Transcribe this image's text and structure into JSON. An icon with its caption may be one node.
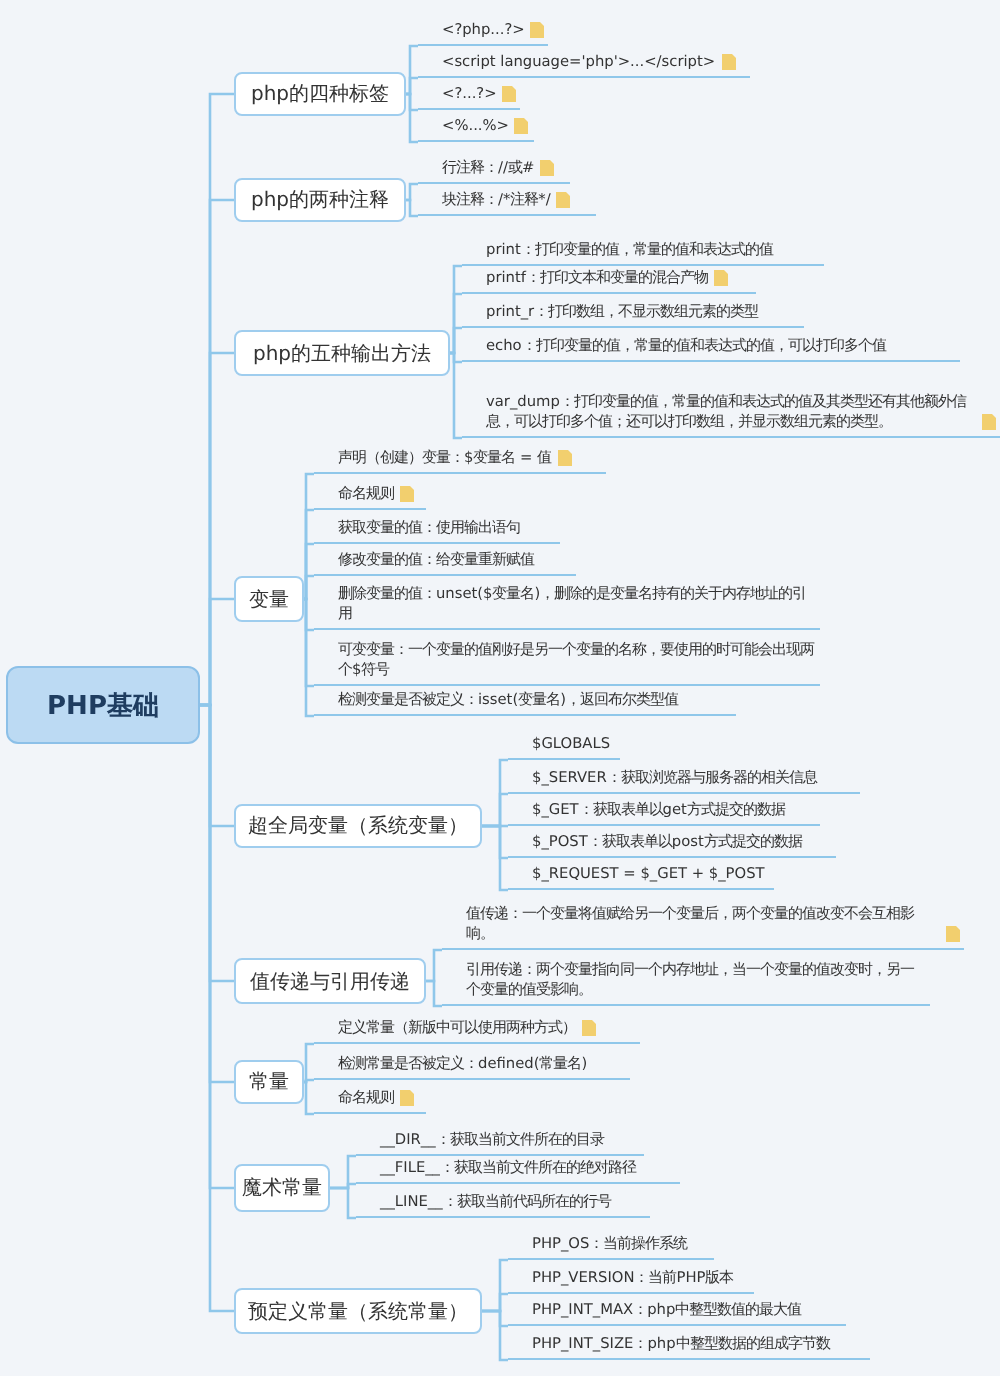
{
  "diagram": {
    "nodes": [
      {
        "text": [
          "PHP基础"
        ]
      },
      {
        "text": [
          "php的四种标签"
        ]
      },
      {
        "text": [
          "<?php...?>"
        ]
      },
      {
        "text": [
          "<script language='php'>...</script>"
        ]
      },
      {
        "text": [
          "<?...?>"
        ]
      },
      {
        "text": [
          "<%...%>"
        ]
      },
      {
        "text": [
          "php的两种注释"
        ]
      },
      {
        "text": [
          "行注释：//或#"
        ]
      },
      {
        "text": [
          "块注释：/*注释*/"
        ]
      },
      {
        "text": [
          "php的五种输出方法"
        ]
      },
      {
        "text": [
          "print：打印变量的值，常量的值和表达式的值"
        ]
      },
      {
        "text": [
          "printf：打印文本和变量的混合产物"
        ]
      },
      {
        "text": [
          "print_r：打印数组，不显示数组元素的类型"
        ]
      },
      {
        "text": [
          "echo：打印变量的值，常量的值和表达式的值，可以打印多个值"
        ]
      },
      {
        "text": [
          "var_dump：打印变量的值，常量的值和表达式的值及其类型还有其他额外信息，可以打印多个值；还可以打印数组，并显示数组元素的类型。"
        ]
      },
      {
        "text": [
          "变量"
        ]
      },
      {
        "text": [
          "声明（创建）变量：$变量名 = 值"
        ]
      },
      {
        "text": [
          "命名规则"
        ]
      },
      {
        "text": [
          "获取变量的值：使用输出语句"
        ]
      },
      {
        "text": [
          "修改变量的值：给变量重新赋值"
        ]
      },
      {
        "text": [
          "删除变量的值：unset($变量名)，删除的是变量名持有的关于内存地址的引用"
        ]
      },
      {
        "text": [
          "可变变量：一个变量的值刚好是另一个变量的名称，要使用的时可能会出现两个$符号"
        ]
      },
      {
        "text": [
          "检测变量是否被定义：isset(变量名)，返回布尔类型值"
        ]
      },
      {
        "text": [
          "超全局变量（系统变量）"
        ]
      },
      {
        "text": [
          "$GLOBALS"
        ]
      },
      {
        "text": [
          "$_SERVER：获取浏览器与服务器的相关信息"
        ]
      },
      {
        "text": [
          "$_GET：获取表单以get方式提交的数据"
        ]
      },
      {
        "text": [
          "$_POST：获取表单以post方式提交的数据"
        ]
      },
      {
        "text": [
          "$_REQUEST = $_GET + $_POST"
        ]
      },
      {
        "text": [
          "值传递与引用传递"
        ]
      },
      {
        "text": [
          "值传递：一个变量将值赋给另一个变量后，两个变量的值改变不会互相影响。"
        ]
      },
      {
        "text": [
          "引用传递：两个变量指向同一个内存地址，当一个变量的值改变时，另一个变量的值受影响。"
        ]
      },
      {
        "text": [
          "常量"
        ]
      },
      {
        "text": [
          "定义常量（新版中可以使用两种方式）"
        ]
      },
      {
        "text": [
          "检测常量是否被定义：defined(常量名)"
        ]
      },
      {
        "text": [
          "命名规则"
        ]
      },
      {
        "text": [
          "魔术常量"
        ]
      },
      {
        "text": [
          "__DIR__：获取当前文件所在的目录"
        ]
      },
      {
        "text": [
          "__FILE__：获取当前文件所在的绝对路径"
        ]
      },
      {
        "text": [
          "__LINE__：获取当前代码所在的行号"
        ]
      },
      {
        "text": [
          "预定义常量（系统常量）"
        ]
      },
      {
        "text": [
          "PHP_OS：当前操作系统"
        ]
      },
      {
        "text": [
          "PHP_VERSION：当前PHP版本"
        ]
      },
      {
        "text": [
          "PHP_INT_MAX：php中整型数值的最大值"
        ]
      },
      {
        "text": [
          "PHP_INT_SIZE：php中整型数据的组成字节数"
        ]
      }
    ],
    "edges": [
      {
        "from": 0,
        "to": 1,
        "arrow": "none"
      },
      {
        "from": 0,
        "to": 6,
        "arrow": "none"
      },
      {
        "from": 0,
        "to": 9,
        "arrow": "none"
      },
      {
        "from": 0,
        "to": 15,
        "arrow": "none"
      },
      {
        "from": 0,
        "to": 23,
        "arrow": "none"
      },
      {
        "from": 0,
        "to": 29,
        "arrow": "none"
      },
      {
        "from": 0,
        "to": 32,
        "arrow": "none"
      },
      {
        "from": 0,
        "to": 36,
        "arrow": "none"
      },
      {
        "from": 0,
        "to": 40,
        "arrow": "none"
      },
      {
        "from": 1,
        "to": 2,
        "arrow": "none"
      },
      {
        "from": 1,
        "to": 3,
        "arrow": "none"
      },
      {
        "from": 1,
        "to": 4,
        "arrow": "none"
      },
      {
        "from": 1,
        "to": 5,
        "arrow": "none"
      },
      {
        "from": 6,
        "to": 7,
        "arrow": "none"
      },
      {
        "from": 6,
        "to": 8,
        "arrow": "none"
      },
      {
        "from": 9,
        "to": 10,
        "arrow": "none"
      },
      {
        "from": 9,
        "to": 11,
        "arrow": "none"
      },
      {
        "from": 9,
        "to": 12,
        "arrow": "none"
      },
      {
        "from": 9,
        "to": 13,
        "arrow": "none"
      },
      {
        "from": 9,
        "to": 14,
        "arrow": "none"
      },
      {
        "from": 15,
        "to": 16,
        "arrow": "none"
      },
      {
        "from": 15,
        "to": 17,
        "arrow": "none"
      },
      {
        "from": 15,
        "to": 18,
        "arrow": "none"
      },
      {
        "from": 15,
        "to": 19,
        "arrow": "none"
      },
      {
        "from": 15,
        "to": 20,
        "arrow": "none"
      },
      {
        "from": 15,
        "to": 21,
        "arrow": "none"
      },
      {
        "from": 15,
        "to": 22,
        "arrow": "none"
      },
      {
        "from": 23,
        "to": 24,
        "arrow": "none"
      },
      {
        "from": 23,
        "to": 25,
        "arrow": "none"
      },
      {
        "from": 23,
        "to": 26,
        "arrow": "none"
      },
      {
        "from": 23,
        "to": 27,
        "arrow": "none"
      },
      {
        "from": 23,
        "to": 28,
        "arrow": "none"
      },
      {
        "from": 29,
        "to": 30,
        "arrow": "none"
      },
      {
        "from": 29,
        "to": 31,
        "arrow": "none"
      },
      {
        "from": 32,
        "to": 33,
        "arrow": "none"
      },
      {
        "from": 32,
        "to": 34,
        "arrow": "none"
      },
      {
        "from": 32,
        "to": 35,
        "arrow": "none"
      },
      {
        "from": 36,
        "to": 37,
        "arrow": "none"
      },
      {
        "from": 36,
        "to": 38,
        "arrow": "none"
      },
      {
        "from": 36,
        "to": 39,
        "arrow": "none"
      },
      {
        "from": 40,
        "to": 41,
        "arrow": "none"
      },
      {
        "from": 40,
        "to": 42,
        "arrow": "none"
      },
      {
        "from": 40,
        "to": 43,
        "arrow": "none"
      },
      {
        "from": 40,
        "to": 44,
        "arrow": "none"
      }
    ]
  }
}
